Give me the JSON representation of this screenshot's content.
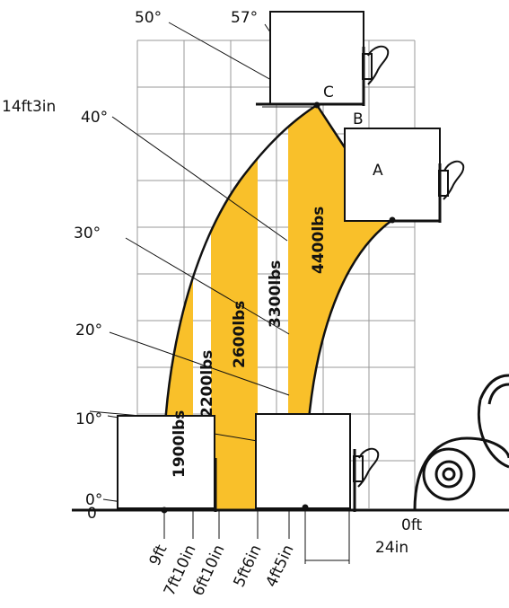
{
  "angles": [
    "50°",
    "57°",
    "40°",
    "30°",
    "20°",
    "10°",
    "0°"
  ],
  "height_max": "14ft3in",
  "height_min": "0",
  "points": {
    "a": "A",
    "b": "B",
    "c": "C"
  },
  "load_zones": [
    "1900lbs",
    "2200lbs",
    "2600lbs",
    "3300lbs",
    "4400lbs"
  ],
  "reach_labels": [
    "9ft",
    "7ft10in",
    "6ft10in",
    "5ft6in",
    "4ft5in"
  ],
  "origin_label": "0ft",
  "offset_label": "24in",
  "colors": {
    "zone_fill": "#f9c02a",
    "line": "#111111",
    "grid": "#999999"
  }
}
